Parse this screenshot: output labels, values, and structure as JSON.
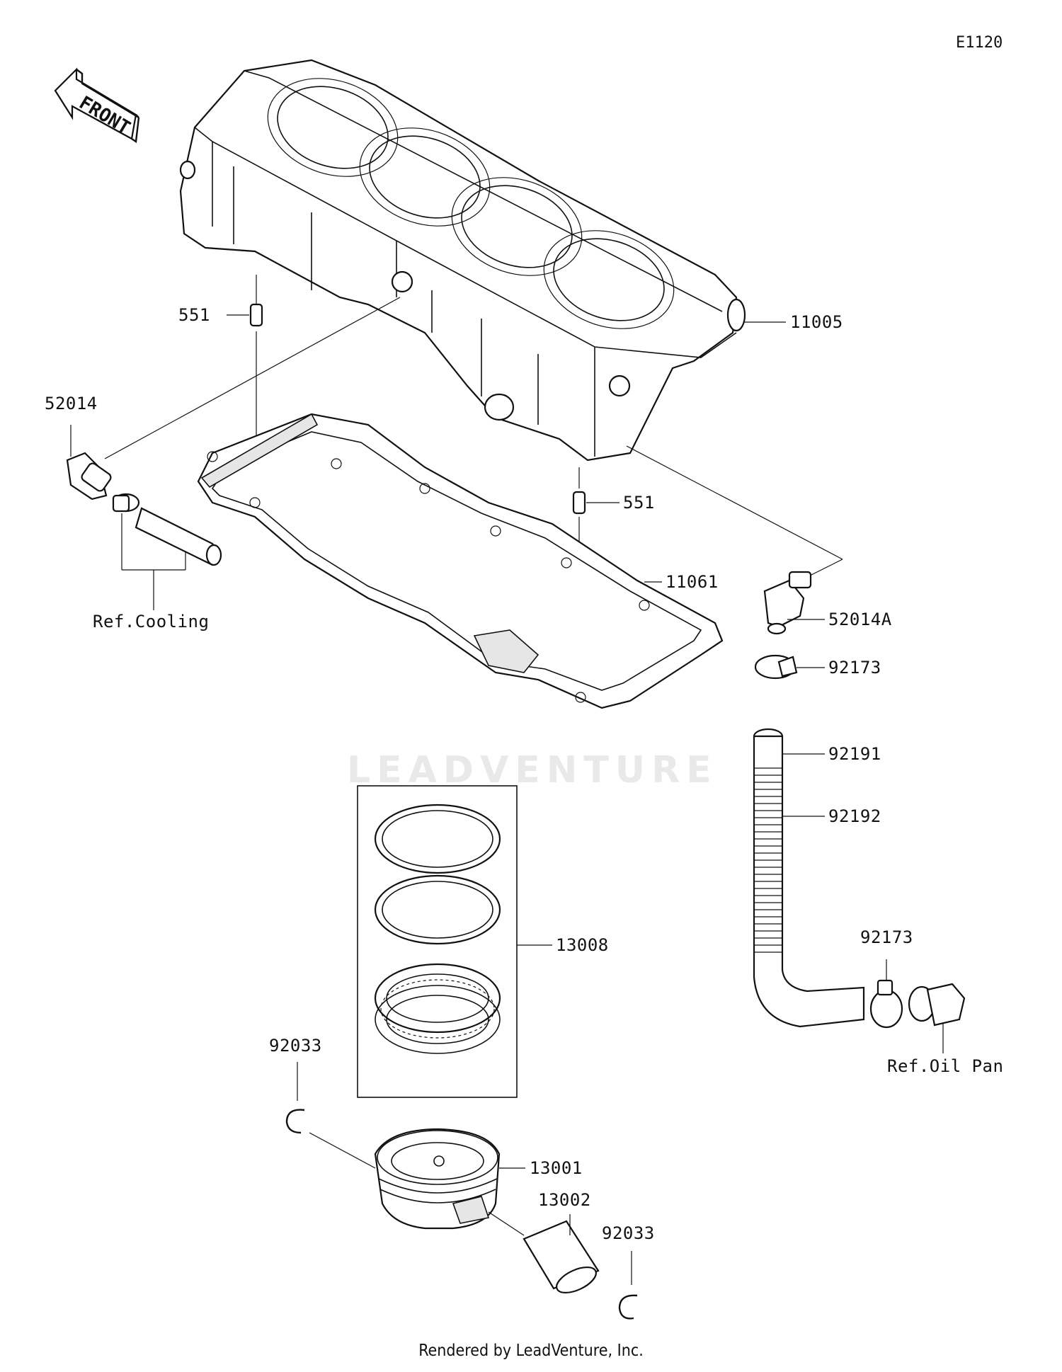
{
  "figure_id": "E1120",
  "front_label": "FRONT",
  "watermark": "LEADVENTURE",
  "footer": "Rendered by LeadVenture, Inc.",
  "callouts": [
    {
      "id": "11005",
      "text": "11005"
    },
    {
      "id": "551-top",
      "text": "551"
    },
    {
      "id": "52014",
      "text": "52014"
    },
    {
      "id": "ref-cooling",
      "text": "Ref.Cooling"
    },
    {
      "id": "551-mid",
      "text": "551"
    },
    {
      "id": "11061",
      "text": "11061"
    },
    {
      "id": "52014A",
      "text": "52014A"
    },
    {
      "id": "92173-top",
      "text": "92173"
    },
    {
      "id": "92191",
      "text": "92191"
    },
    {
      "id": "92192",
      "text": "92192"
    },
    {
      "id": "92173-bottom",
      "text": "92173"
    },
    {
      "id": "ref-oil-pan",
      "text": "Ref.Oil Pan"
    },
    {
      "id": "13008",
      "text": "13008"
    },
    {
      "id": "92033-left",
      "text": "92033"
    },
    {
      "id": "13001",
      "text": "13001"
    },
    {
      "id": "13002",
      "text": "13002"
    },
    {
      "id": "92033-right",
      "text": "92033"
    }
  ]
}
